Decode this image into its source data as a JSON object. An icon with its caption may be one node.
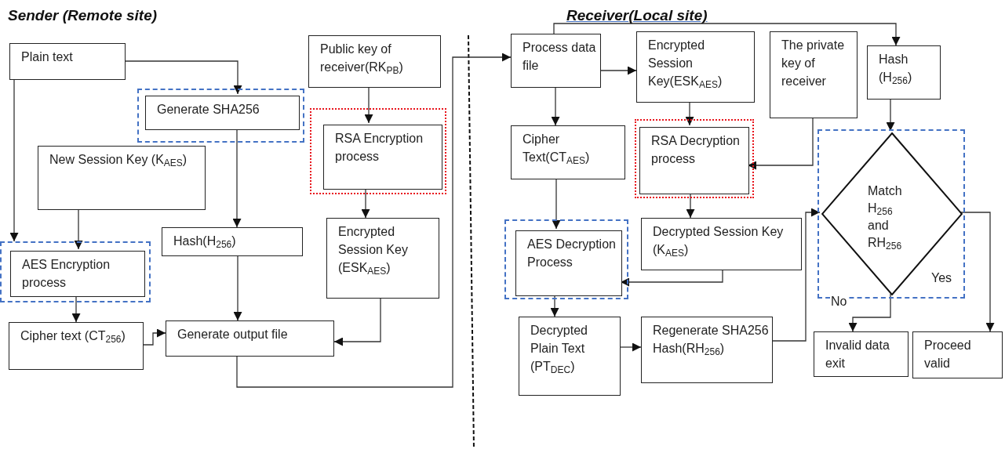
{
  "diagram": {
    "nodes": [
      {
        "text": [
          "Plain text"
        ]
      },
      {
        "text": [],
        "shape": "box"
      },
      {
        "text": [
          "Generate SHA256"
        ],
        "in": 1
      },
      {
        "text": [
          "New Session Key (K$_{AES}$)"
        ]
      },
      {
        "text": [],
        "shape": "box"
      },
      {
        "text": [
          "AES Encryption process"
        ],
        "in": 4
      },
      {
        "text": [
          "Hash(H$_{256}$)"
        ]
      },
      {
        "text": [
          "Cipher text (CT$_{256}$)"
        ]
      },
      {
        "text": [
          "Generate output file"
        ]
      },
      {
        "text": [
          "Public key of receiver(RK$_{PB}$)"
        ]
      },
      {
        "text": [],
        "shape": "box"
      },
      {
        "text": [
          "RSA Encryption process"
        ],
        "in": 10
      },
      {
        "text": [
          "Encrypted Session Key (ESK$_{AES}$)"
        ]
      },
      {
        "text": [
          "Process data file"
        ]
      },
      {
        "text": [
          "Encrypted Session Key(ESK$_{AES}$)"
        ]
      },
      {
        "text": [
          "The private key of receiver"
        ]
      },
      {
        "text": [
          "Hash (H$_{256}$)"
        ]
      },
      {
        "text": [
          "Cipher Text(CT$_{AES}$)"
        ]
      },
      {
        "text": [],
        "shape": "box"
      },
      {
        "text": [
          "RSA Decryption process"
        ],
        "in": 18
      },
      {
        "text": [],
        "shape": "box"
      },
      {
        "text": [
          "Match H$_{256}$ and RH$_{256}$"
        ],
        "in": 20
      },
      {
        "text": [],
        "shape": "box"
      },
      {
        "text": [
          "AES Decryption Process"
        ],
        "in": 22
      },
      {
        "text": [
          "Decrypted Session Key (K$_{AES}$)"
        ]
      },
      {
        "text": [
          "Decrypted Plain Text (PT$_{DEC}$)"
        ]
      },
      {
        "text": [
          "Regenerate SHA256 Hash(RH$_{256}$)"
        ]
      },
      {
        "text": [
          "Invalid data exit"
        ]
      },
      {
        "text": [
          "Proceed valid"
        ]
      }
    ],
    "edges": [
      {
        "from": 0,
        "to": 2,
        "arrow": "to"
      },
      {
        "from": 0,
        "to": 4,
        "arrow": "to"
      },
      {
        "from": 3,
        "to": 5,
        "arrow": "to"
      },
      {
        "from": 2,
        "to": 6,
        "arrow": "to"
      },
      {
        "from": 5,
        "to": 7,
        "arrow": "to"
      },
      {
        "from": 7,
        "to": 8,
        "arrow": "to"
      },
      {
        "from": 6,
        "to": 8,
        "arrow": "to"
      },
      {
        "from": 9,
        "to": 11,
        "arrow": "to"
      },
      {
        "from": 11,
        "to": 12,
        "arrow": "to"
      },
      {
        "from": 12,
        "to": 8,
        "arrow": "to"
      },
      {
        "from": 8,
        "to": 13,
        "arrow": "to"
      },
      {
        "from": 13,
        "to": 14,
        "arrow": "to"
      },
      {
        "from": 13,
        "to": 17,
        "arrow": "to"
      },
      {
        "from": 13,
        "to": 16,
        "arrow": "to"
      },
      {
        "from": 14,
        "to": 19,
        "arrow": "to"
      },
      {
        "from": 15,
        "to": 19,
        "arrow": "to"
      },
      {
        "from": 16,
        "to": 21,
        "arrow": "to"
      },
      {
        "from": 17,
        "to": 23,
        "arrow": "to"
      },
      {
        "from": 19,
        "to": 24,
        "arrow": "to"
      },
      {
        "from": 24,
        "to": 23,
        "arrow": "to"
      },
      {
        "from": 23,
        "to": 25,
        "arrow": "to"
      },
      {
        "from": 25,
        "to": 26,
        "arrow": "to"
      },
      {
        "from": 26,
        "to": 21,
        "arrow": "to"
      },
      {
        "from": 21,
        "to": 27,
        "arrow": "to",
        "label": "No"
      },
      {
        "from": 21,
        "to": 28,
        "arrow": "to",
        "label": "Yes"
      }
    ],
    "labels": [
      "Sender (Remote site)",
      "Receiver(Local site)"
    ]
  }
}
